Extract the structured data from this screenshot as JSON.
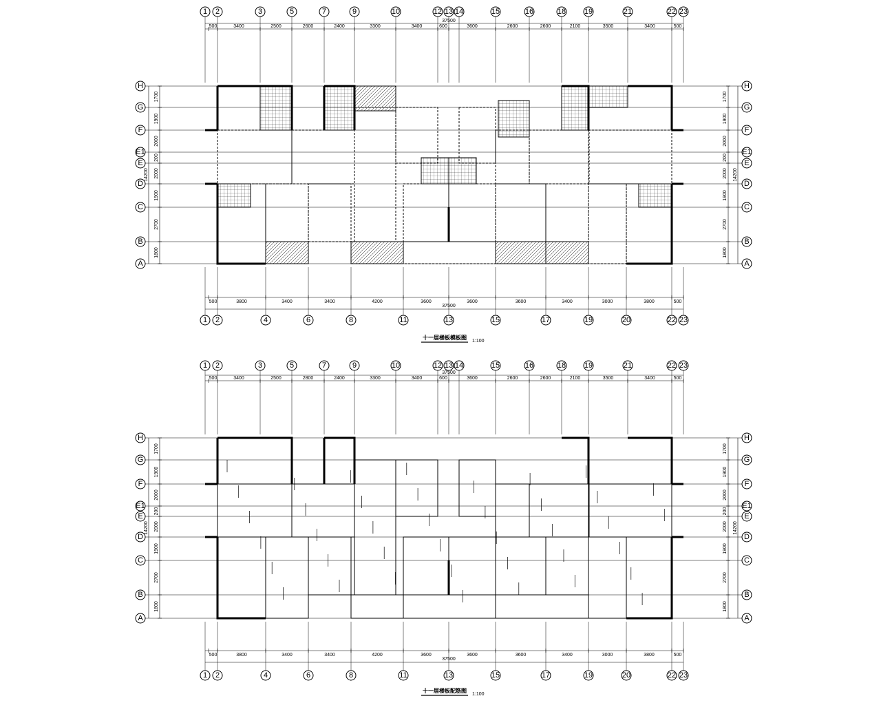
{
  "plans": [
    {
      "caption": "十一层楼板模板图",
      "scale": "1:100",
      "top_bubbles": [
        "1",
        "2",
        "3",
        "5",
        "7",
        "9",
        "10",
        "12",
        "13",
        "14",
        "15",
        "16",
        "18",
        "19",
        "21",
        "22",
        "23"
      ],
      "bottom_bubbles": [
        "1",
        "2",
        "4",
        "6",
        "8",
        "11",
        "13",
        "15",
        "17",
        "19",
        "20",
        "22",
        "23"
      ],
      "row_bubbles": [
        "H",
        "G",
        "F",
        "E1",
        "E",
        "D",
        "C",
        "B",
        "A"
      ],
      "top_dims": [
        "500",
        "3400",
        "2500",
        "2600",
        "2400",
        "3300",
        "3400",
        "600",
        "3600",
        "2600",
        "2600",
        "2100",
        "3500",
        "3400",
        "500"
      ],
      "top_total": "37500",
      "bottom_dims": [
        "500",
        "3800",
        "3400",
        "3400",
        "4200",
        "3600",
        "3600",
        "3600",
        "3400",
        "3000",
        "3800",
        "500"
      ],
      "bottom_total": "37500",
      "left_dims": [
        "1700",
        "1900",
        "2000",
        "200",
        "2000",
        "1900",
        "2700",
        "1800"
      ],
      "left_total": "14200",
      "right_dims": [
        "1700",
        "1900",
        "2000",
        "200",
        "2000",
        "1900",
        "2700",
        "1800"
      ],
      "right_total": "14200"
    },
    {
      "caption": "十一层楼板配筋图",
      "scale": "1:100",
      "top_bubbles": [
        "1",
        "2",
        "3",
        "5",
        "7",
        "9",
        "10",
        "12",
        "13",
        "14",
        "15",
        "16",
        "18",
        "19",
        "21",
        "22",
        "23"
      ],
      "bottom_bubbles": [
        "1",
        "2",
        "4",
        "6",
        "8",
        "11",
        "13",
        "15",
        "17",
        "19",
        "20",
        "22",
        "23"
      ],
      "row_bubbles": [
        "H",
        "G",
        "F",
        "E1",
        "E",
        "D",
        "C",
        "B",
        "A"
      ],
      "top_dims": [
        "500",
        "3400",
        "2500",
        "2800",
        "2400",
        "3300",
        "3400",
        "600",
        "3600",
        "2600",
        "2600",
        "2100",
        "3500",
        "3400",
        "500"
      ],
      "top_total": "37500",
      "bottom_dims": [
        "500",
        "3800",
        "3400",
        "3400",
        "4200",
        "3600",
        "3600",
        "3600",
        "3400",
        "3000",
        "3800",
        "500"
      ],
      "bottom_total": "37500",
      "left_dims": [
        "1700",
        "1900",
        "2000",
        "200",
        "2000",
        "1900",
        "2700",
        "1800"
      ],
      "left_total": "14200",
      "right_dims": [
        "1700",
        "1900",
        "2000",
        "200",
        "2000",
        "1900",
        "2700",
        "1800"
      ],
      "right_total": "14200"
    }
  ]
}
